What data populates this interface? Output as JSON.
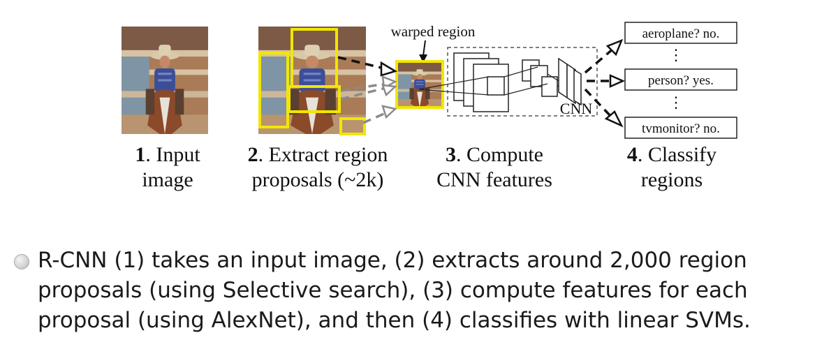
{
  "diagram": {
    "warped_label": "warped region",
    "cnn_label": "CNN",
    "classes": [
      "aeroplane? no.",
      "person? yes.",
      "tvmonitor? no."
    ],
    "ellipsis": "⋮",
    "steps": [
      {
        "num": "1",
        "line1": ". Input",
        "line2": "image"
      },
      {
        "num": "2",
        "line1": ". Extract region",
        "line2": "proposals (~2k)"
      },
      {
        "num": "3",
        "line1": ". Compute",
        "line2": "CNN features"
      },
      {
        "num": "4",
        "line1": ". Classify",
        "line2": "regions"
      }
    ],
    "colors": {
      "proposal_box": "#f2e600",
      "arrow_dark": "#111111",
      "arrow_gray": "#8a8a8a"
    }
  },
  "bullet": {
    "icon": "bullet-circle-icon",
    "text": "R-CNN (1) takes an input image, (2) extracts around 2,000 region proposals (using Selective search), (3) compute features for each proposal (using AlexNet), and then (4) classifies with linear SVMs."
  }
}
